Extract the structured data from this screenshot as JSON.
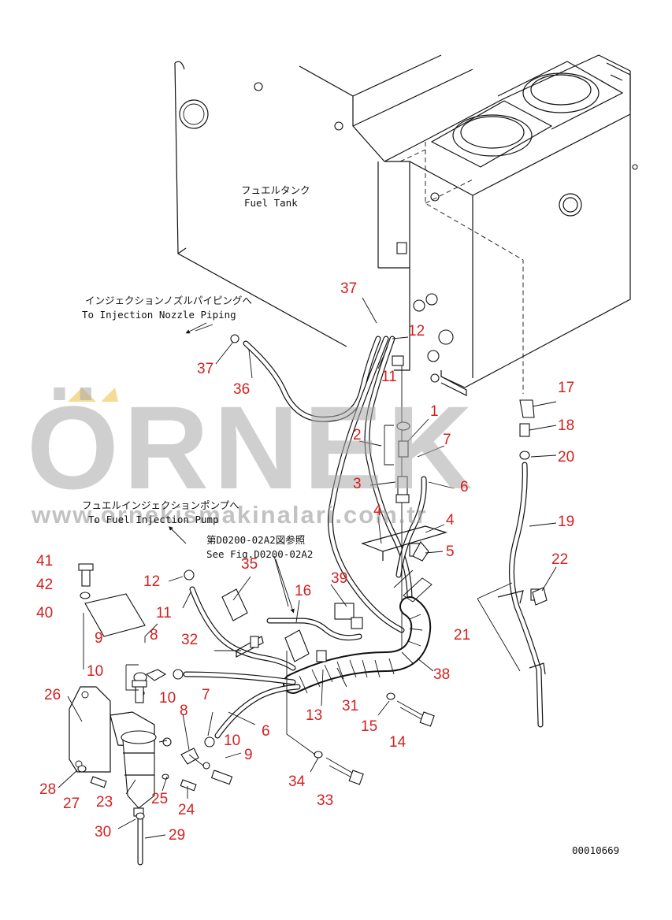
{
  "captions": {
    "fuel_tank_jp": "フュエルタンク",
    "fuel_tank_en": "Fuel Tank",
    "nozzle_jp": "インジェクションノズルパイピングへ",
    "nozzle_en": "To Injection Nozzle Piping",
    "pump_jp": "フュエルインジェクションポンプへ",
    "pump_en": "To Fuel Injection Pump",
    "ref_jp": "第D0200-02A2図参照",
    "ref_en": "See Fig.D0200-02A2",
    "drawing_no": "00010669"
  },
  "watermark": {
    "brand": "ÖRNEK",
    "url": "www.ornekismakinalari.com.tr",
    "accent_color": "#f2d27a",
    "text_color": "#a9a9a9"
  },
  "label_color": "#d42020",
  "callouts": [
    "37",
    "12",
    "11",
    "36",
    "37",
    "1",
    "2",
    "7",
    "3",
    "6",
    "4",
    "4",
    "5",
    "17",
    "18",
    "20",
    "19",
    "22",
    "21",
    "12",
    "11",
    "35",
    "16",
    "39",
    "41",
    "42",
    "40",
    "9",
    "8",
    "10",
    "32",
    "38",
    "31",
    "13",
    "15",
    "14",
    "26",
    "10",
    "7",
    "8",
    "10",
    "6",
    "9",
    "34",
    "33",
    "28",
    "27",
    "23",
    "25",
    "24",
    "30",
    "29"
  ]
}
